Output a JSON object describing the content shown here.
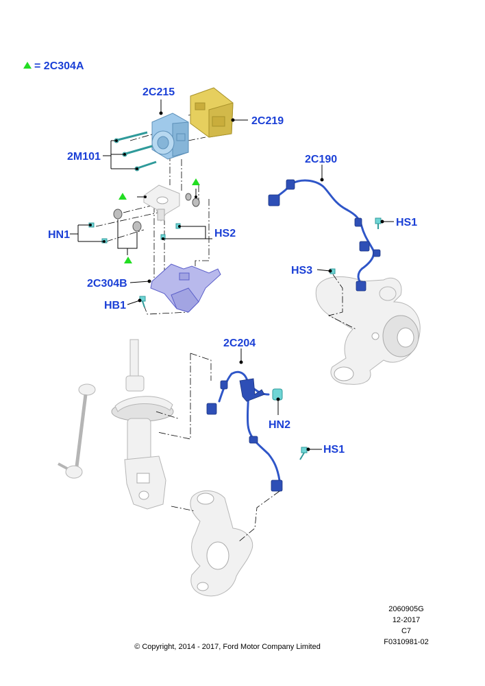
{
  "legend": {
    "symbol_label": "= 2C304A",
    "symbol_color": "#22dd22"
  },
  "callouts": {
    "c_2C215": "2C215",
    "c_2C219": "2C219",
    "c_2M101": "2M101",
    "c_2C190": "2C190",
    "c_HS1_top": "HS1",
    "c_HN1": "HN1",
    "c_HS2": "HS2",
    "c_HS3": "HS3",
    "c_2C304B": "2C304B",
    "c_HB1": "HB1",
    "c_2C204": "2C204",
    "c_HN2": "HN2",
    "c_HS1_bottom": "HS1"
  },
  "footer": {
    "copyright": "© Copyright, 2014 - 2017, Ford Motor Company Limited",
    "ref_1": "2060905G",
    "ref_2": "12-2017",
    "ref_3": "C7",
    "ref_4": "F0310981-02"
  },
  "colors": {
    "callout": "#1a3fd6",
    "cable": "#2f56c8",
    "hydraulic_unit": "#9fc9ea",
    "control_module": "#e6cf5e",
    "bracket": "#b8b9ec",
    "bolt": "#6fd5d5"
  }
}
